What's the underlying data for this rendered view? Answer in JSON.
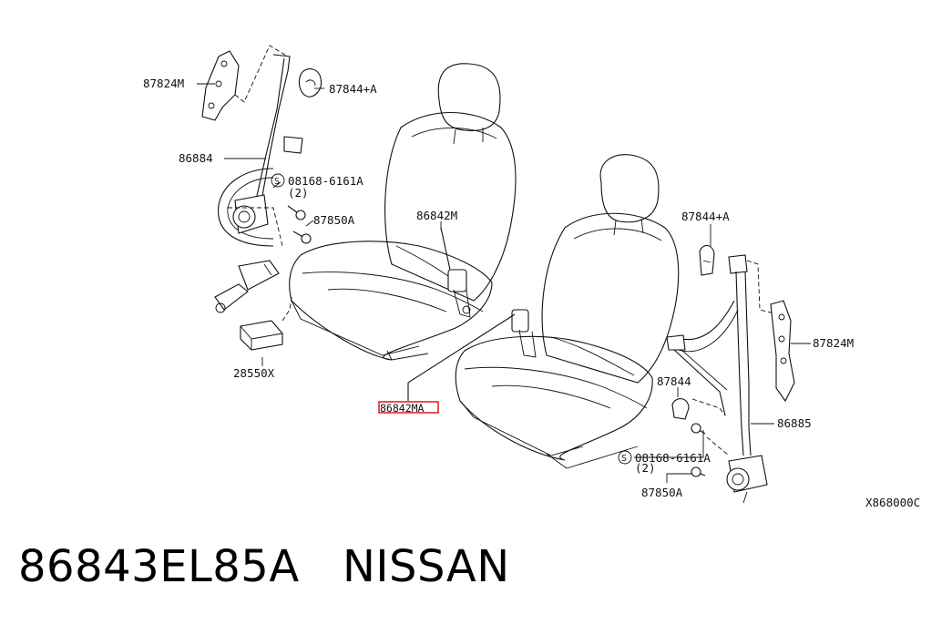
{
  "diagram": {
    "labels": {
      "belt_retractor_left": "87824M",
      "bolt_cover_left": "87844+A",
      "belt_front_left": "86884",
      "bolt_left": "08168-6161A",
      "bolt_left_qty": "(2)",
      "anchor_cover_left": "87850A",
      "buckle_inner": "86842M",
      "sensor_unit": "28550X",
      "buckle_highlight": "86842MA",
      "bolt_cover_right": "87844+A",
      "belt_retractor_right": "87824M",
      "cover_right": "87844",
      "belt_front_right": "86885",
      "bolt_right": "08168-6161A",
      "bolt_right_qty": "(2)",
      "anchor_cover_right": "87850A",
      "ref_code": "X868000C"
    }
  },
  "caption": {
    "part_number": "86843EL85A",
    "brand": "NISSAN"
  }
}
